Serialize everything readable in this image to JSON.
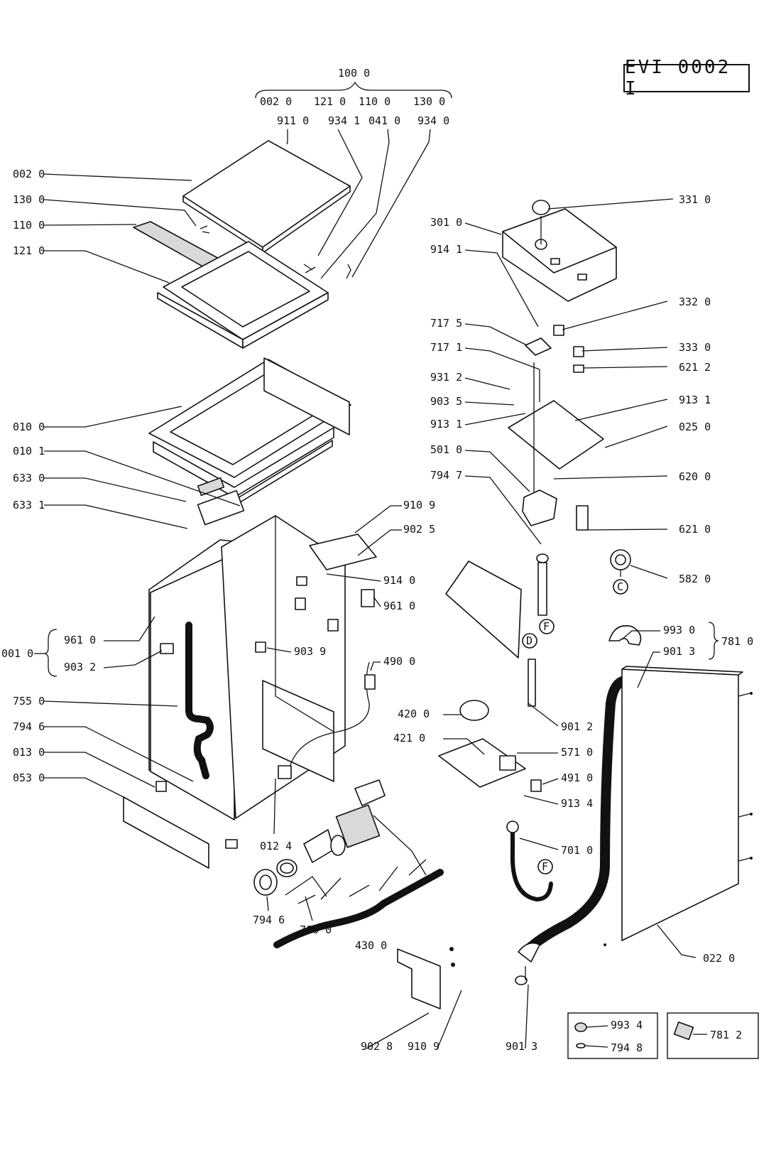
{
  "document_code": "EVI 0002 I",
  "top_group": {
    "label": "100 0",
    "row1": [
      "002 0",
      "121 0",
      "110 0",
      "130 0"
    ],
    "row2": [
      "911 0",
      "934 1",
      "041 0",
      "934 0"
    ]
  },
  "group_001": {
    "label": "001 0",
    "items": [
      "961 0",
      "903 2"
    ]
  },
  "group_781": {
    "label": "781 0",
    "items": [
      "993 0",
      "901 3"
    ]
  },
  "group_430": {
    "label": "430 0"
  },
  "left_labels": [
    "002 0",
    "130 0",
    "110 0",
    "121 0",
    "010 0",
    "010 1",
    "633 0",
    "633 1",
    "755 0",
    "794 6",
    "013 0",
    "053 0"
  ],
  "right_labels": [
    "331 0",
    "332 0",
    "333 0",
    "621 2",
    "913 1",
    "025 0",
    "620 0",
    "621 0",
    "582 0"
  ],
  "mid_labels": [
    "301 0",
    "914 1",
    "717 5",
    "717 1",
    "931 2",
    "903 5",
    "913 1",
    "501 0",
    "794 7"
  ],
  "cabinet_labels": [
    "910 9",
    "902 5",
    "914 0",
    "961 0",
    "903 9",
    "490 0",
    "012 4"
  ],
  "bottom_labels": [
    "794 6",
    "760 0",
    "902 8",
    "910 9",
    "901 3",
    "022 0"
  ],
  "electric_labels": [
    "420 0",
    "421 0",
    "901 2",
    "571 0",
    "491 0",
    "913 4",
    "701 0"
  ],
  "circle_markers": [
    "C",
    "F",
    "D",
    "F"
  ],
  "kit_box_1": [
    "993 4",
    "794 8"
  ],
  "kit_box_2": [
    "781 2"
  ]
}
